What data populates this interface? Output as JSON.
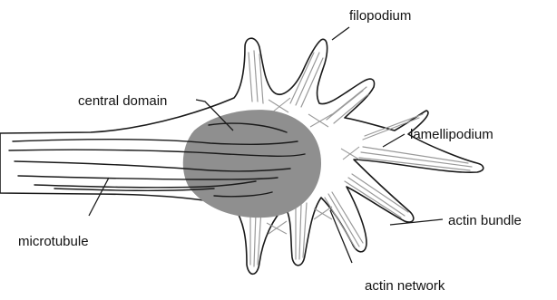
{
  "labels": {
    "filopodium": "filopodium",
    "central_domain": "central domain",
    "lamellipodium": "lamellipodium",
    "microtubule": "microtubule",
    "actin_bundle": "actin bundle",
    "actin_network": "actin network"
  },
  "colors": {
    "axon_shaft": "#d4d4d4",
    "central_domain": "#8f8f8f",
    "outline": "#1a1a1a",
    "actin": "#9a9a9a"
  }
}
